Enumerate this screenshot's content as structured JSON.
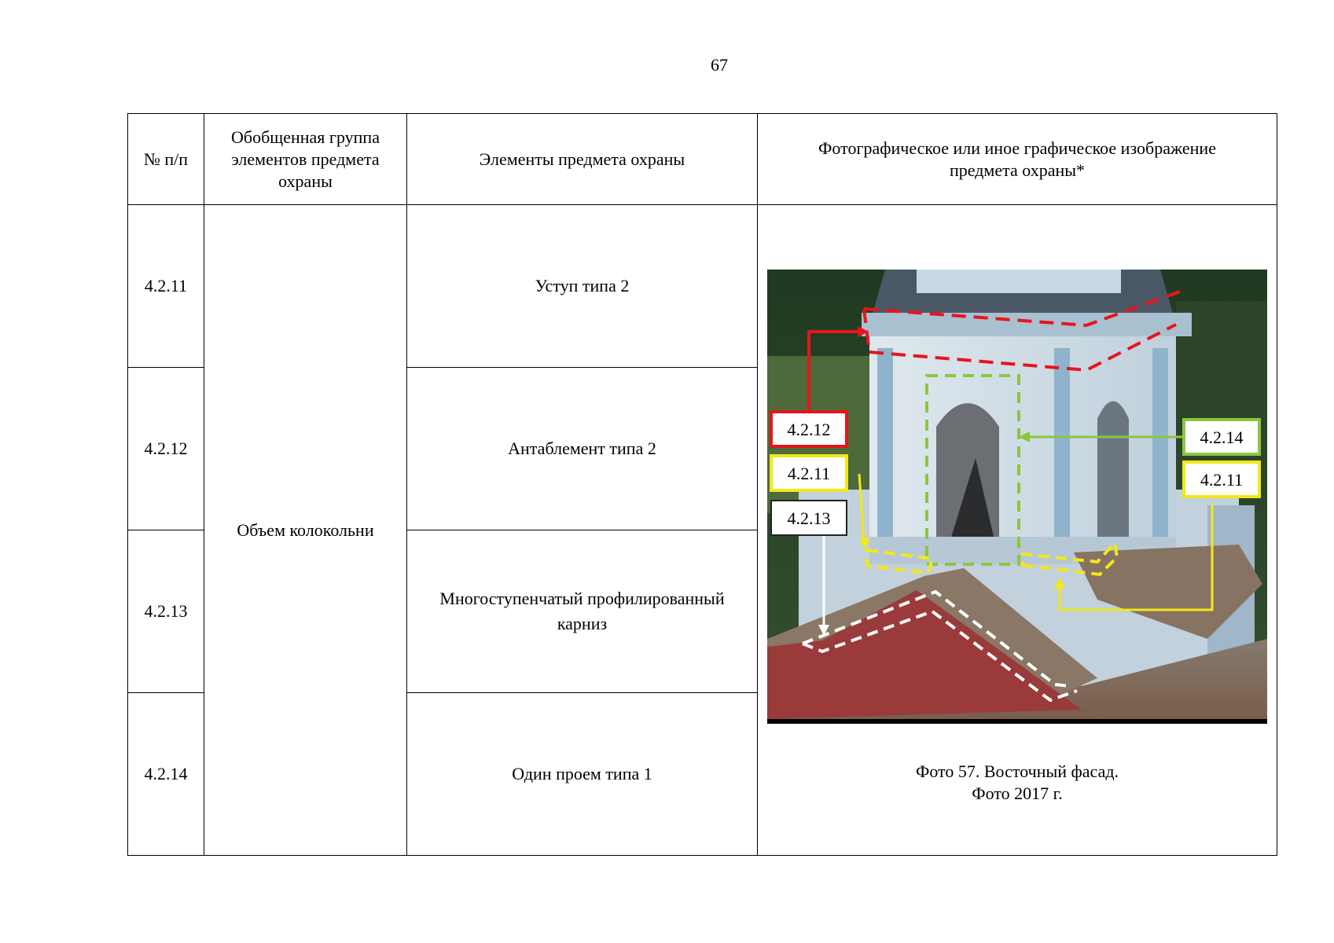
{
  "page_number": "67",
  "table": {
    "headers": {
      "num": "№ п/п",
      "group": "Обобщенная группа элементов предмета охраны",
      "elements": "Элементы предмета охраны",
      "photo": "Фотографическое или иное графическое изображение предмета охраны*"
    },
    "group_name": "Объем колокольни",
    "rows": [
      {
        "num": "4.2.11",
        "element": "Уступ типа 2"
      },
      {
        "num": "4.2.12",
        "element": "Антаблемент типа 2"
      },
      {
        "num": "4.2.13",
        "element": "Многоступенчатый профилированный карниз"
      },
      {
        "num": "4.2.14",
        "element": "Один проем типа 1"
      }
    ]
  },
  "photo": {
    "labels": {
      "red": "4.2.12",
      "yellow_left": "4.2.11",
      "white": "4.2.13",
      "green": "4.2.14",
      "yellow_right": "4.2.11"
    },
    "colors": {
      "red": "#e8141c",
      "yellow": "#f3e818",
      "white": "#ffffff",
      "green": "#8cc63f"
    },
    "caption_line1": "Фото 57. Восточный фасад.",
    "caption_line2": "Фото 2017 г."
  }
}
